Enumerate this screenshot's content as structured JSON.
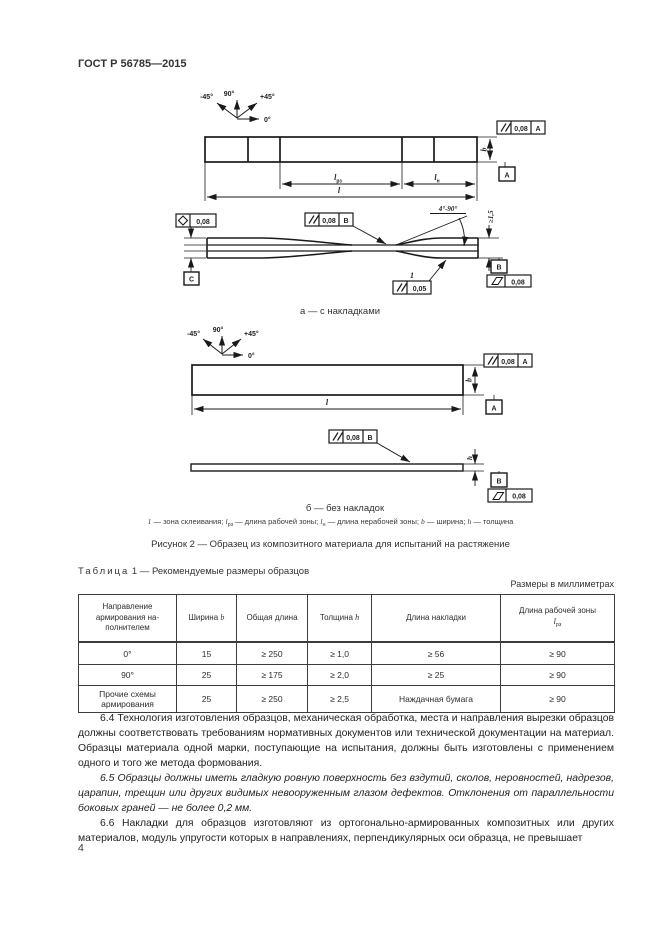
{
  "page": {
    "header": "ГОСТ Р 56785—2015",
    "number": "4"
  },
  "figure": {
    "caption": "Рисунок 2 — Образец из композитного материала для испытаний на растяжение",
    "sub_a_caption": "а — с накладками",
    "sub_b_caption": "б — без накладок",
    "legend": {
      "ref": "1",
      "t1": " — зона склеивания; ",
      "v1": "l",
      "s1": "рз",
      "t2": " — длина рабочей зоны; ",
      "v2": "l",
      "s2": "н",
      "t3": " — длина нерабочей зоны; ",
      "v3": "b",
      "t4": " — ширина; ",
      "v4": "h",
      "t5": " — толщина"
    },
    "labels": {
      "angle_90": "90°",
      "angle_minus45": "-45°",
      "angle_plus45": "+45°",
      "angle_0": "0°",
      "tol_008": "0,08",
      "tol_005": "0,05",
      "datum_a": "A",
      "datum_b": "В",
      "datum_c": "С",
      "dim_b": "b",
      "dim_l": "l",
      "sub_rz": "рз",
      "sub_n": "н",
      "dim_h": "h",
      "taper_angle": "4°-90°",
      "end_thickness": "≥1,5",
      "bond_zone_ref": "1"
    },
    "line_color": "#1a1a1a"
  },
  "table": {
    "title_word": "Таблица",
    "title_num": "1",
    "title_rest": "— Рекомендуемые размеры образцов",
    "units_note": "Размеры в миллиметрах",
    "columns": [
      {
        "label": "Направление армирования на-полнителем"
      },
      {
        "label": "Ширина",
        "var": "b"
      },
      {
        "label": "Общая длина"
      },
      {
        "label": "Толщина",
        "var": "h"
      },
      {
        "label": "Длина накладки"
      },
      {
        "label": "Длина рабочей зоны",
        "var": "l",
        "sub": "рз"
      }
    ],
    "rows": [
      {
        "cells": [
          "0°",
          "15",
          "≥ 250",
          "≥ 1,0",
          "≥ 56",
          "≥ 90"
        ]
      },
      {
        "cells": [
          "90°",
          "25",
          "≥ 175",
          "≥ 2,0",
          "≥ 25",
          "≥ 90"
        ]
      },
      {
        "cells": [
          "Прочие схемы армирования",
          "25",
          "≥ 250",
          "≥ 2,5",
          "Наждачная бумага",
          "≥ 90"
        ]
      }
    ]
  },
  "sections": [
    {
      "text": "6.4 Технология изготовления образцов, механическая обработка, места и направления вырезки образцов должны соответствовать требованиям нормативных документов или технической документации на материал. Образцы материала одной марки, поступающие на испытания, должны быть изготовлены с применением одного и того же метода формования."
    },
    {
      "text": "6.5 Образцы должны иметь гладкую ровную поверхность без вздутий, сколов, неровностей, надрезов, царапин, трещин или других видимых невооруженным глазом дефектов. Отклонения от параллельности боковых граней — не более 0,2 мм."
    },
    {
      "text": "6.6 Накладки для образцов изготовляют из ортогонально-армированных композитных или других материалов, модуль упругости которых в направлениях, перпендикулярных оси образца, не превышает"
    }
  ]
}
